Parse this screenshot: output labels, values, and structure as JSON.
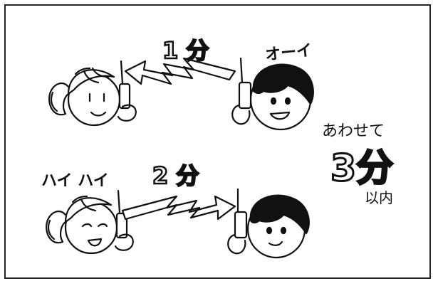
{
  "top_exchange": {
    "duration_label": "1 分",
    "speaker_text": "オーイ"
  },
  "bottom_exchange": {
    "duration_label": "2 分",
    "speaker_text": "ハイ ハイ"
  },
  "summary": {
    "line1": "あわせて",
    "line2": "3分",
    "line3": "以内"
  },
  "colors": {
    "ink": "#111111",
    "background": "#ffffff"
  }
}
